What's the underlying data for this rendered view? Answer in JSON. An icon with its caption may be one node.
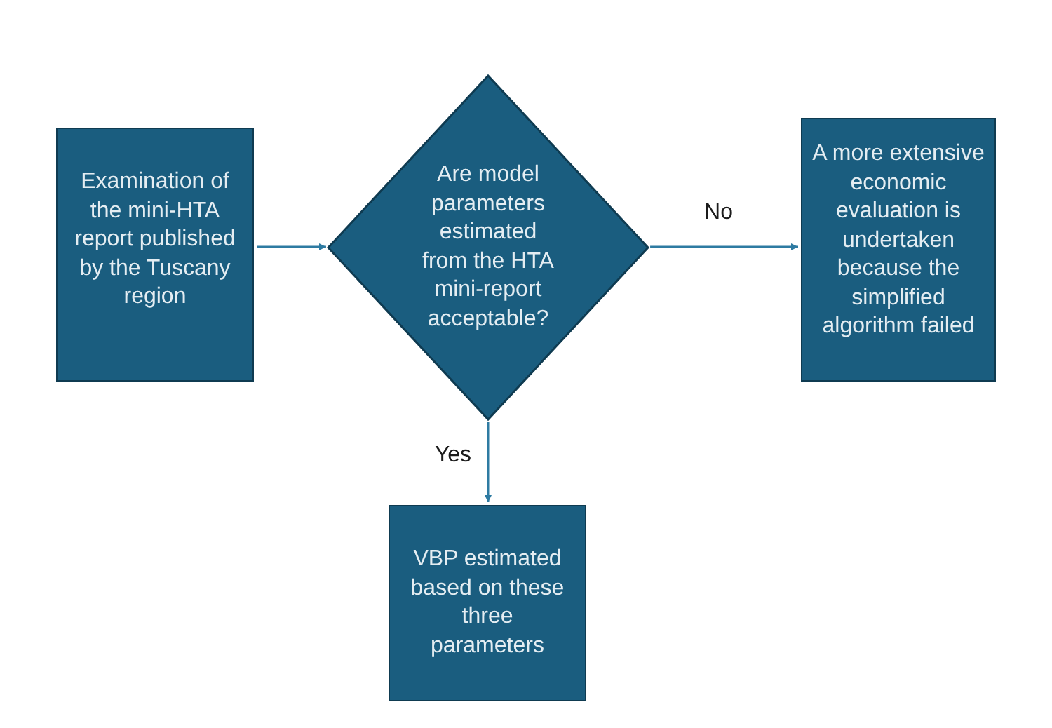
{
  "diagram": {
    "nodes": [
      {
        "text": [
          "Examination of the mini-HTA report published by the Tuscany region"
        ]
      },
      {
        "text": [
          "Are model parameters estimated from the HTA mini-report acceptable?"
        ]
      },
      {
        "text": [
          "A more extensive economic evaluation is undertaken because the simplified algorithm failed"
        ]
      },
      {
        "text": [
          "VBP estimated based on these three parameters"
        ]
      }
    ],
    "edges": [
      {
        "from": 0,
        "to": 1,
        "arrow": "to"
      },
      {
        "from": 1,
        "to": 2,
        "arrow": "to",
        "label": "No"
      },
      {
        "from": 1,
        "to": 3,
        "arrow": "to",
        "label": "Yes"
      }
    ]
  }
}
